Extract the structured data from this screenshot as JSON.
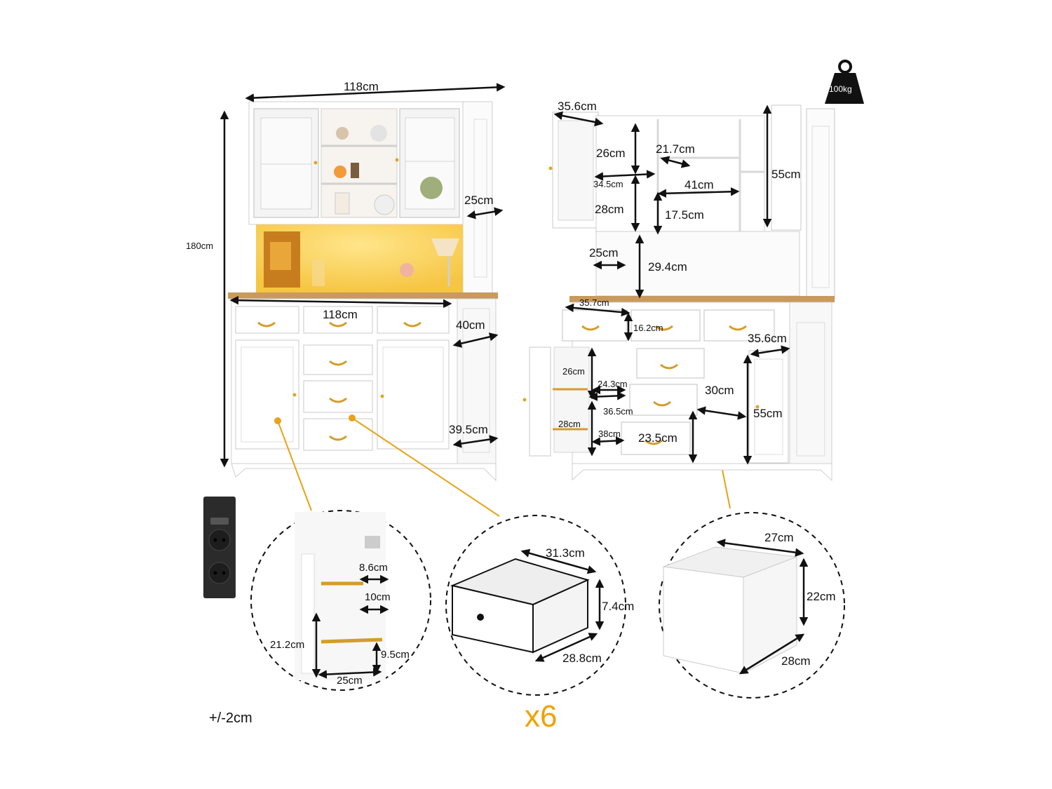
{
  "accent_color": "#e8a317",
  "line_color": "#111111",
  "cabinet_color": "#ffffff",
  "countertop_color": "#c89a5b",
  "weight_label": "100kg",
  "tolerance": "+/-2cm",
  "drawer_count_label": "x6",
  "left_view": {
    "width_top": "118cm",
    "height": "180cm",
    "hutch_depth": "25cm",
    "counter_width": "118cm",
    "base_depth": "40cm",
    "base_side": "39.5cm"
  },
  "right_view": {
    "door_width": "35.6cm",
    "upper_shelf_h": "26cm",
    "mid_shelf_w": "21.7cm",
    "door_inner_w": "34.5cm",
    "shelf_w": "41cm",
    "lower_shelf_h": "28cm",
    "small_shelf_h": "17.5cm",
    "side_door_h": "55cm",
    "open_depth": "25cm",
    "open_height": "29.4cm",
    "drawer_w": "35.7cm",
    "drawer_h": "16.2cm",
    "right_door_w": "35.6cm",
    "cab_upper_h": "26cm",
    "cab_shelf_d": "24.3cm",
    "cab_shelf_w": "36.5cm",
    "cab_lower_h": "28cm",
    "cab_floor_w": "38cm",
    "bottom_drawer_h": "23.5cm",
    "right_compartment_h": "30cm",
    "right_cab_h": "55cm"
  },
  "detail_shelf": {
    "pin_upper": "8.6cm",
    "pin_lower": "10cm",
    "height": "21.2cm",
    "gap": "9.5cm",
    "depth": "25cm"
  },
  "detail_drawer": {
    "width": "31.3cm",
    "height": "7.4cm",
    "depth": "28.8cm"
  },
  "detail_basket": {
    "width": "27cm",
    "height": "22cm",
    "depth": "28cm"
  }
}
